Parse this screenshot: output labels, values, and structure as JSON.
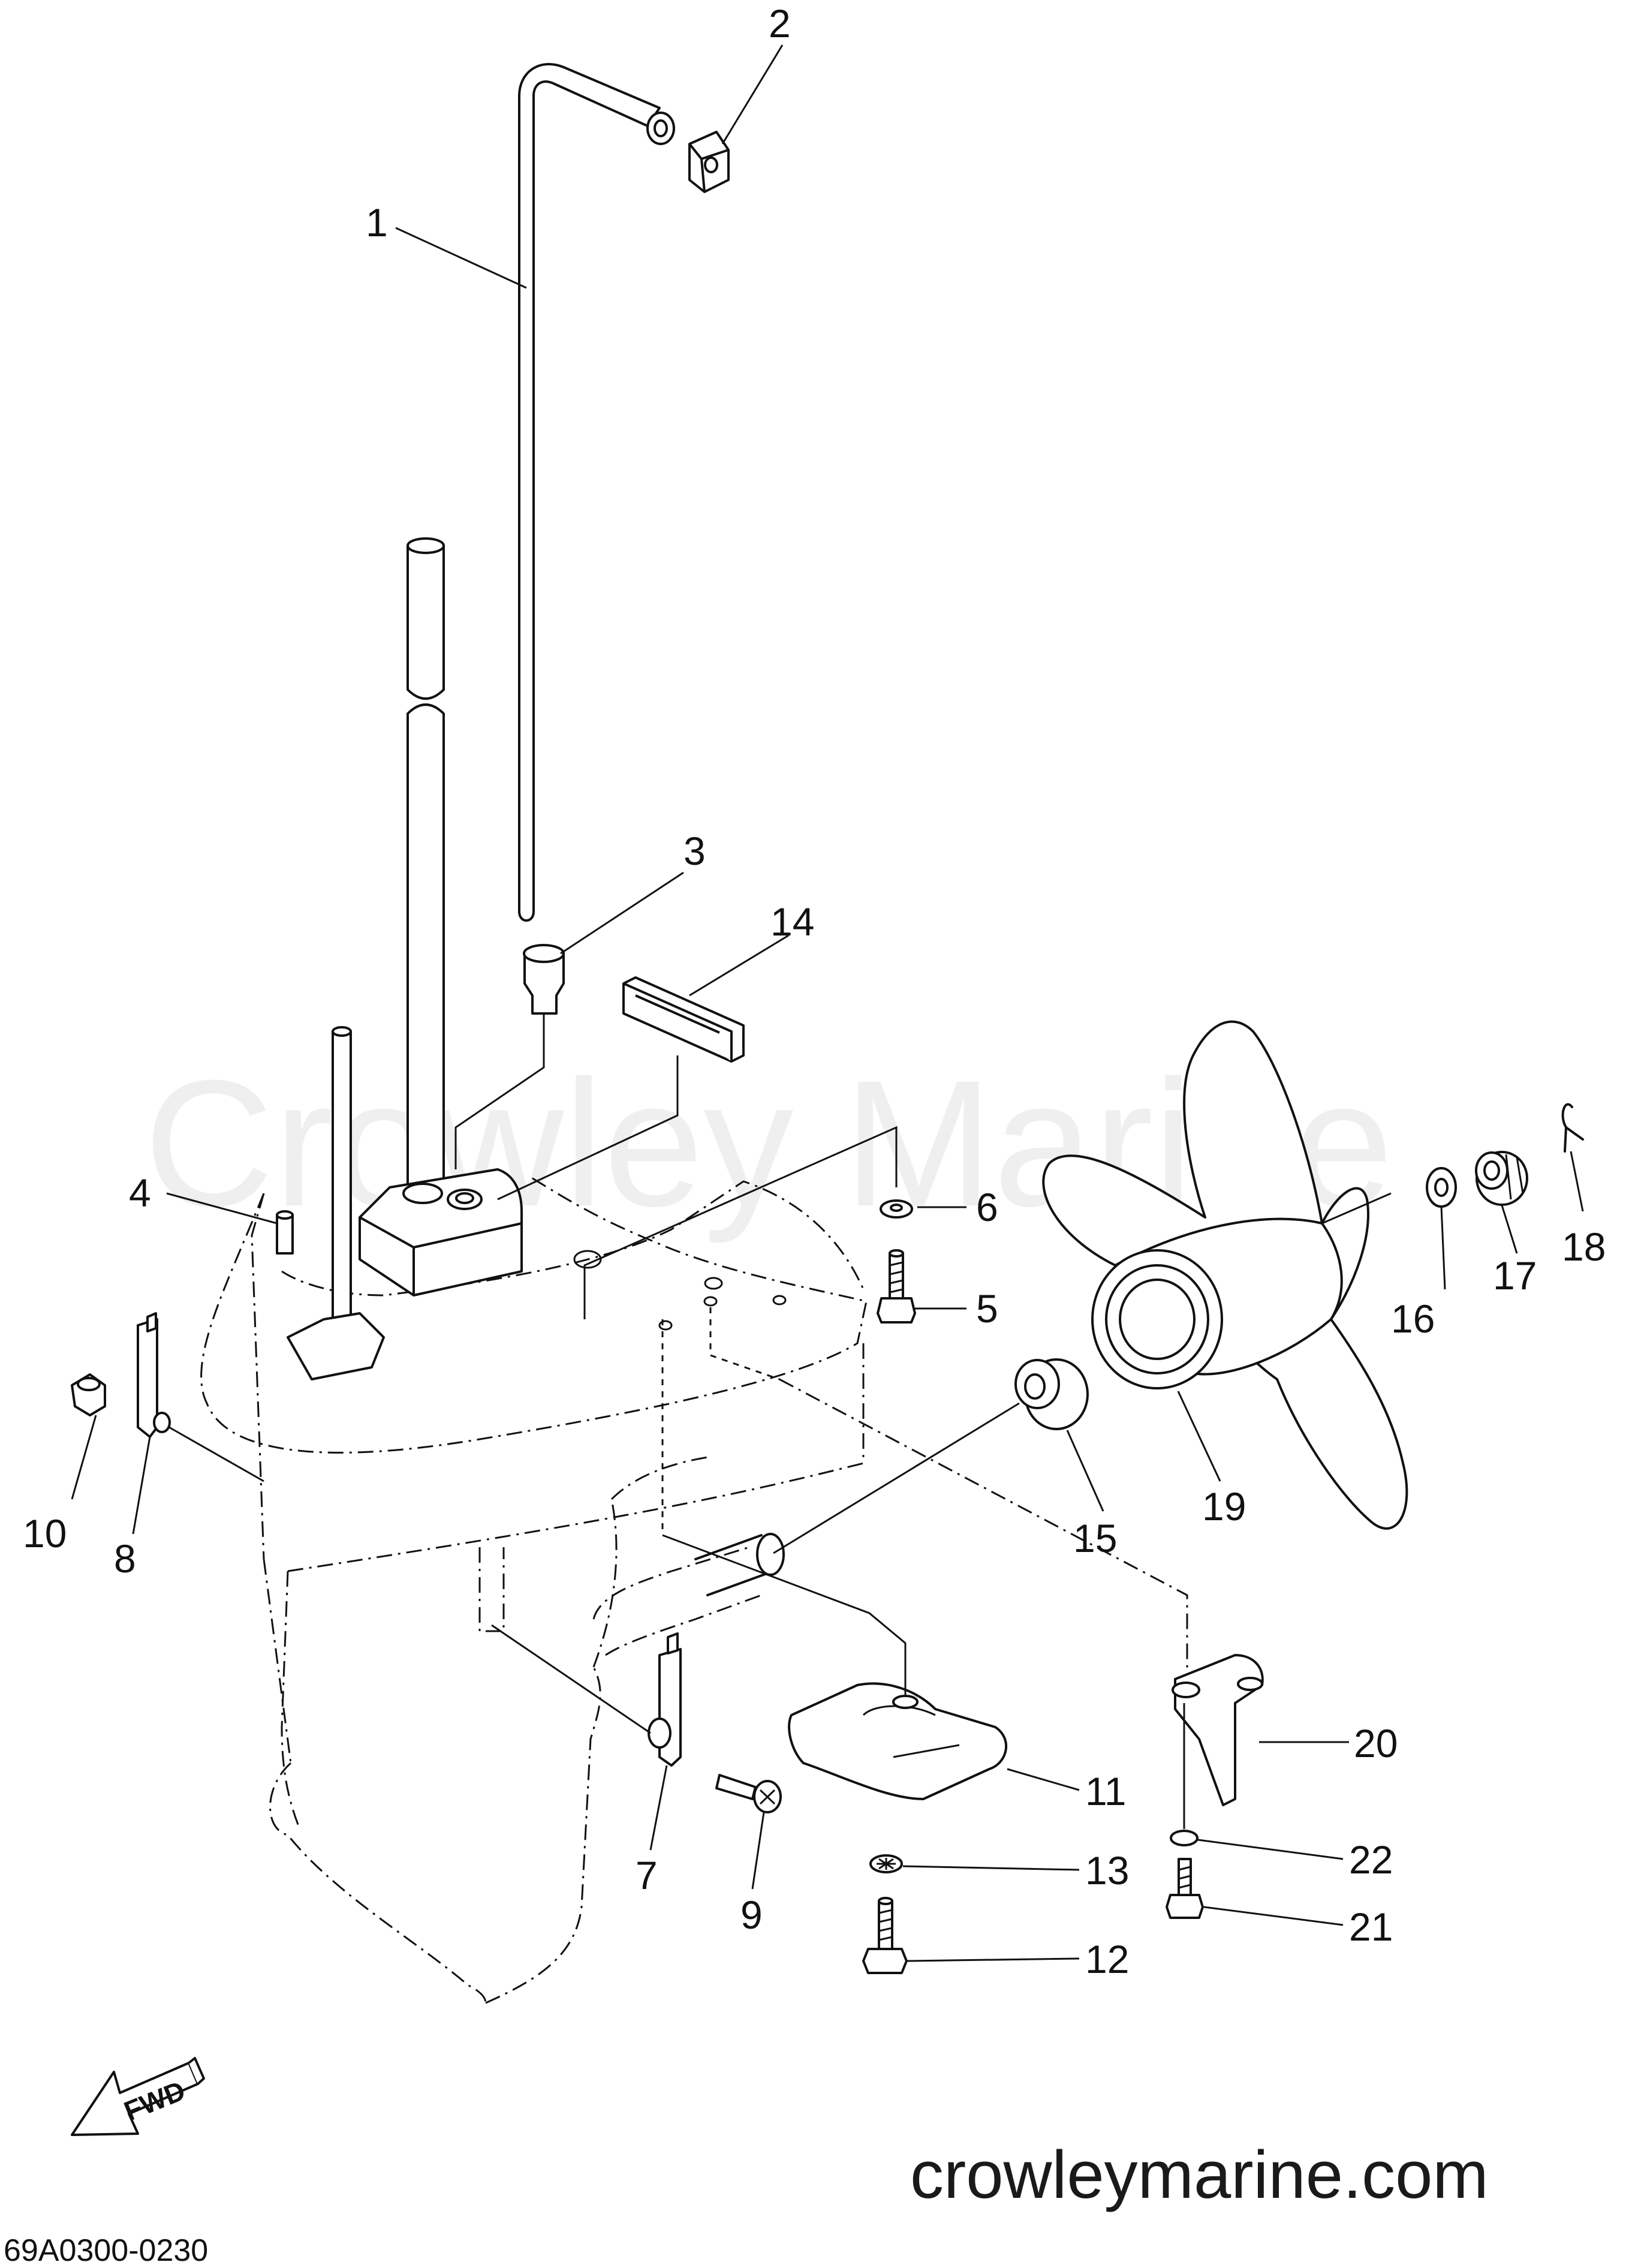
{
  "watermark": "Crowley Marine",
  "website": "crowleymarine.com",
  "diagram_code": "69A0300-0230",
  "direction_label": "FWD",
  "callouts": {
    "c1": "1",
    "c2": "2",
    "c3": "3",
    "c4": "4",
    "c5": "5",
    "c6": "6",
    "c7": "7",
    "c8": "8",
    "c9": "9",
    "c10": "10",
    "c11": "11",
    "c12": "12",
    "c13": "13",
    "c14": "14",
    "c15": "15",
    "c16": "16",
    "c17": "17",
    "c18": "18",
    "c19": "19",
    "c20": "20",
    "c21": "21",
    "c22": "22"
  }
}
